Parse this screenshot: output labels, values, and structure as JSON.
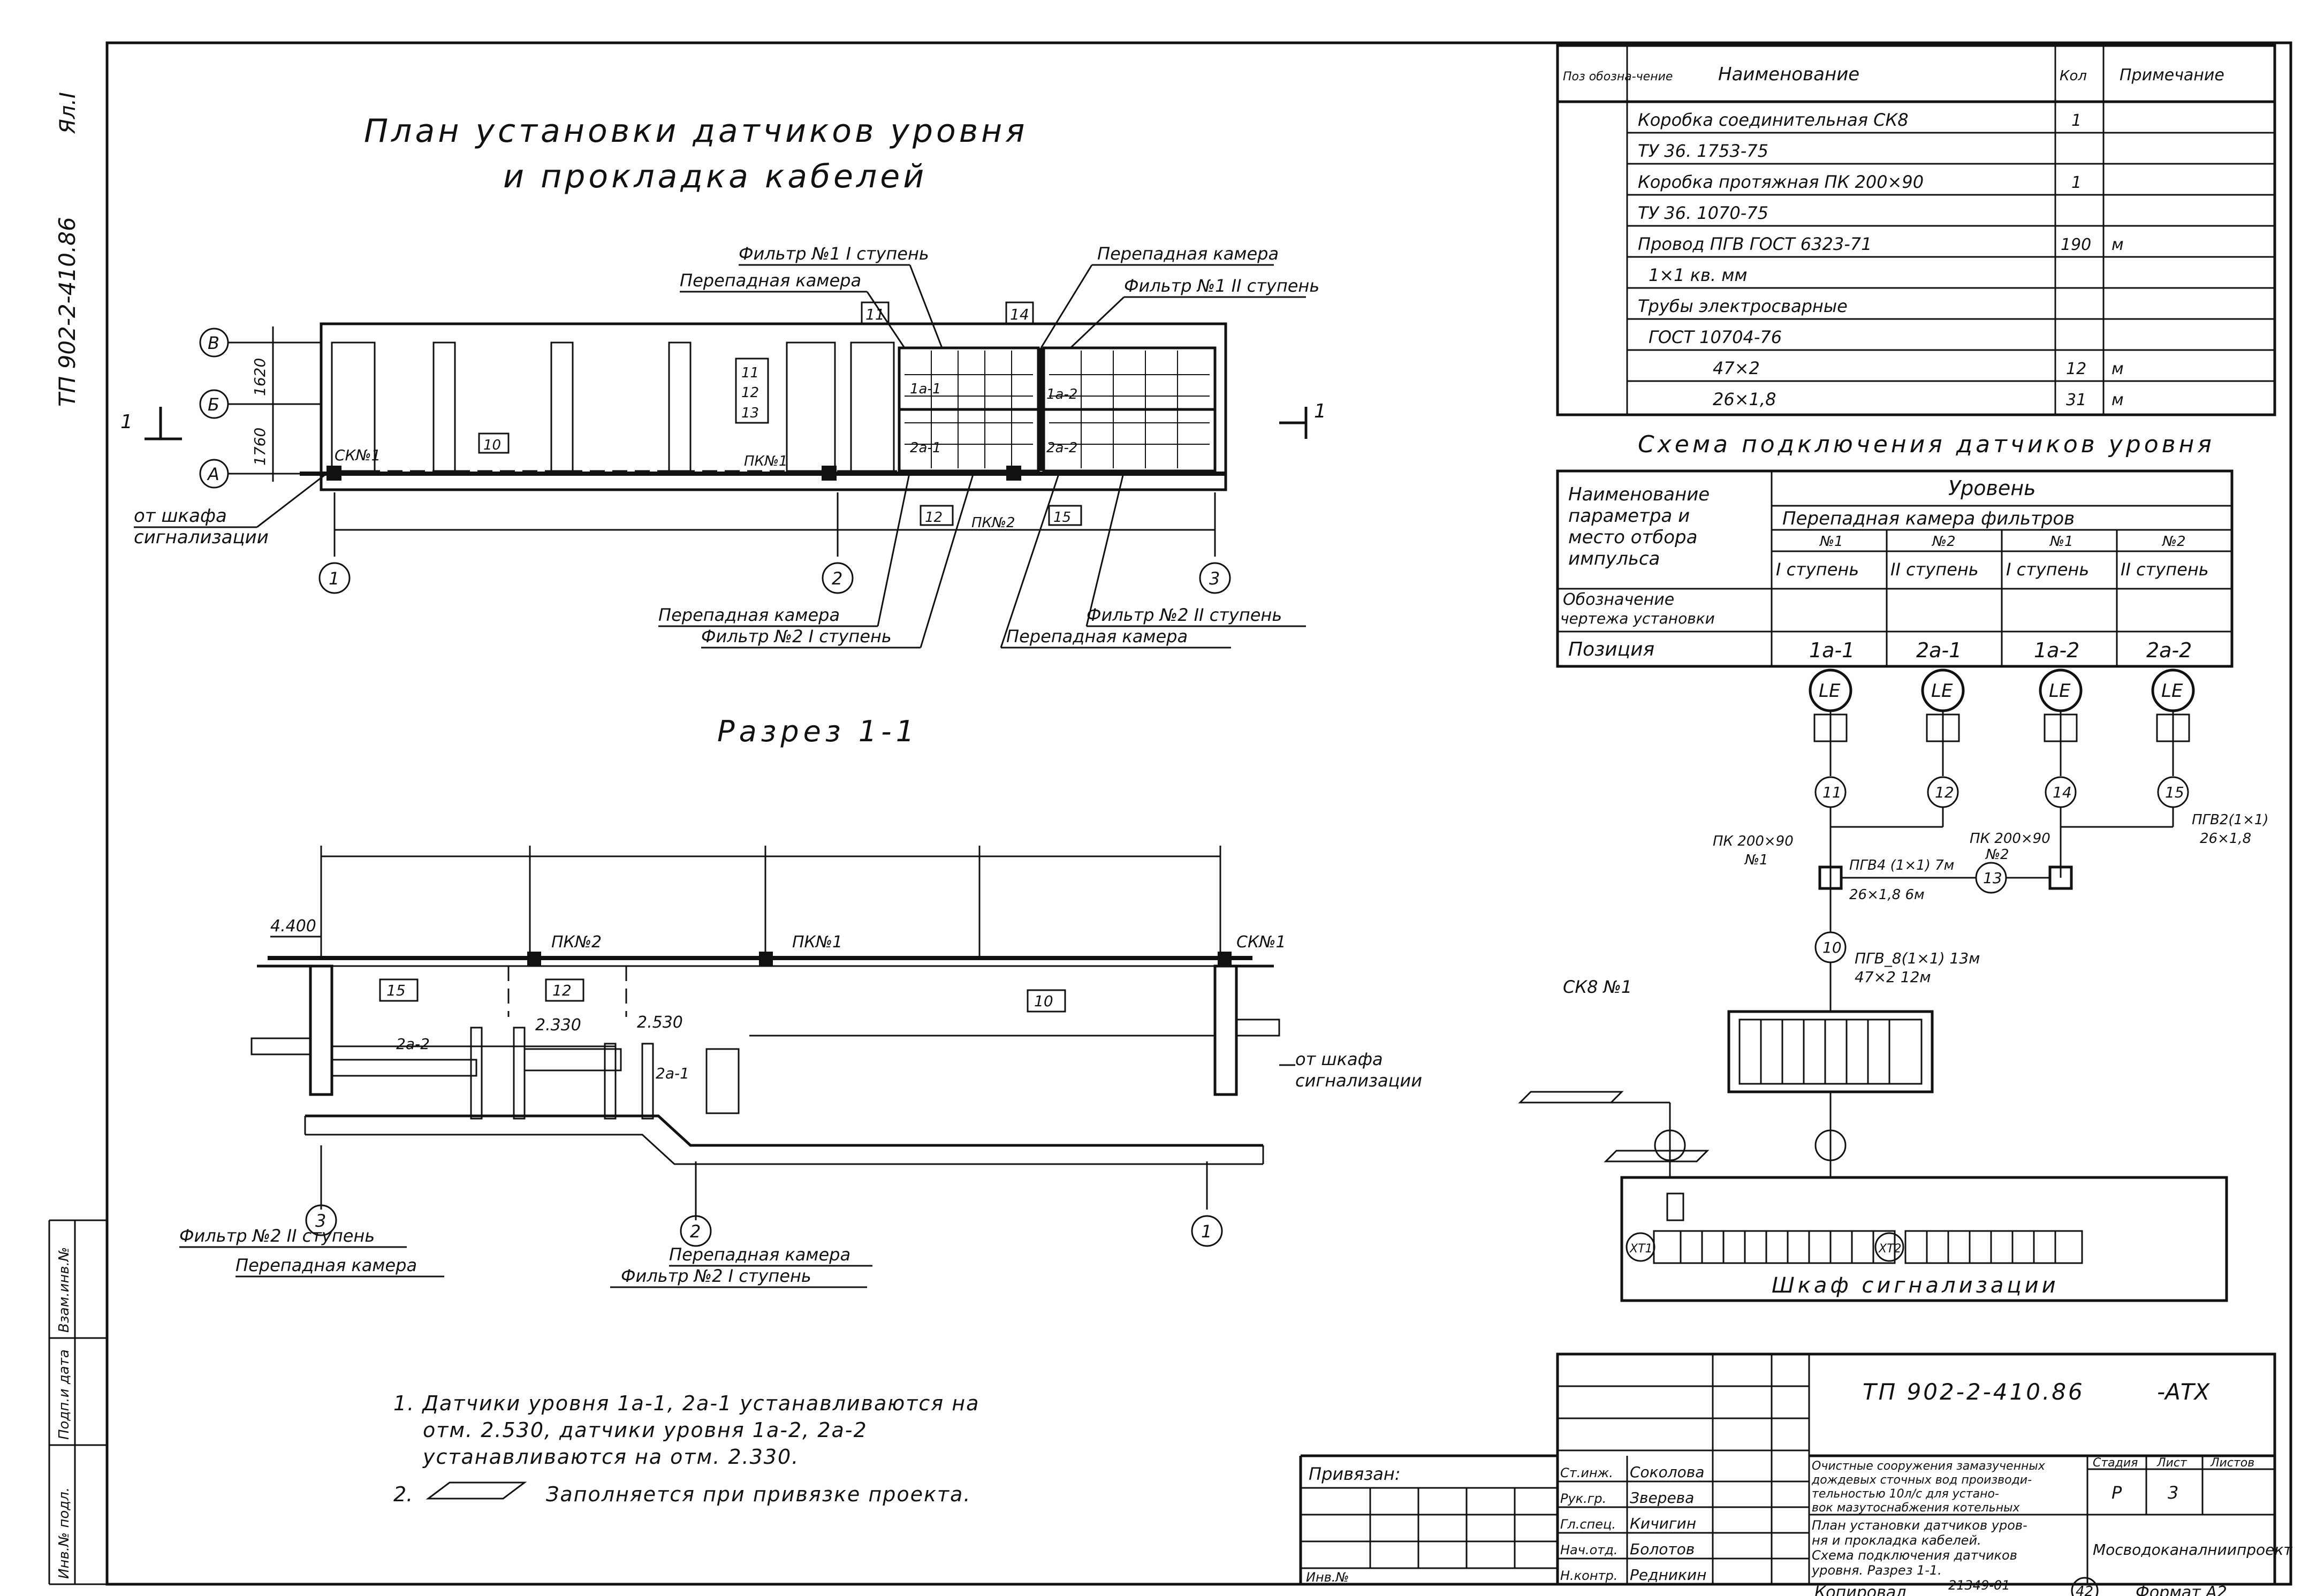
{
  "side": {
    "top_label": "Ял.I",
    "code": "ТП 902-2-410.86",
    "stamp_labels": [
      "Взам.инв.№",
      "Подп.и дата",
      "Инв.№ подл."
    ]
  },
  "plan": {
    "title_line1": "План установки датчиков уровня",
    "title_line2": "и прокладка кабелей",
    "labels": {
      "filter1_st1": "Фильтр №1 I ступень",
      "drop_chamber_top_left": "Перепадная камера",
      "drop_chamber_top_right": "Перепадная камера",
      "filter1_st2": "Фильтр №1 II ступень",
      "drop_chamber_bottom_left": "Перепадная камера",
      "filter2_st1": "Фильтр №2 I ступень",
      "filter2_st2": "Фильтр №2 II ступень",
      "drop_chamber_bottom_right": "Перепадная камера",
      "from_cabinet_1": "от шкафа",
      "from_cabinet_2": "сигнализации",
      "skn1": "СК№1",
      "pkn1": "ПК№1",
      "pkn2": "ПК№2"
    },
    "rows": [
      "В",
      "Б",
      "А"
    ],
    "dims": [
      "1620",
      "1760"
    ],
    "axes": [
      "1",
      "2",
      "3"
    ],
    "marks": [
      "11",
      "14",
      "11",
      "12",
      "13",
      "10",
      "12",
      "15"
    ],
    "sensors": [
      "1а-1",
      "1а-2",
      "2а-1",
      "2а-2"
    ],
    "section_marker": "1"
  },
  "section": {
    "title": "Разрез 1-1",
    "elev": [
      "4.400",
      "2.330",
      "2.530"
    ],
    "labels": {
      "pkn2": "ПК№2",
      "pkn1": "ПК№1",
      "skn1": "СК№1",
      "from_cabinet_1": "от шкафа",
      "from_cabinet_2": "сигнализации",
      "filter2_st2": "Фильтр №2 II ступень",
      "drop_chamber_left": "Перепадная камера",
      "drop_chamber_right": "Перепадная камера",
      "filter2_st1": "Фильтр №2 I ступень"
    },
    "marks": [
      "15",
      "12",
      "10"
    ],
    "sensors": [
      "2а-2",
      "2а-1"
    ],
    "axes": [
      "3",
      "2",
      "1"
    ]
  },
  "notes": {
    "n1_line1": "1. Датчики уровня 1а-1, 2а-1 устанавливаются на",
    "n1_line2": "отм. 2.530, датчики уровня 1а-2, 2а-2",
    "n1_line3": "устанавливаются на отм. 2.330.",
    "n2_prefix": "2.",
    "n2_text": "Заполняется при привязке проекта."
  },
  "spec": {
    "headers": [
      "Поз обозна-чение",
      "Наименование",
      "Кол",
      "Примечание"
    ],
    "rows": [
      {
        "name": "Коробка соединительная СК8",
        "qty": "1",
        "note": ""
      },
      {
        "name": "ТУ 36. 1753-75",
        "qty": "",
        "note": ""
      },
      {
        "name": "Коробка протяжная ПК 200×90",
        "qty": "1",
        "note": ""
      },
      {
        "name": "ТУ 36. 1070-75",
        "qty": "",
        "note": ""
      },
      {
        "name": "Провод ПГВ ГОСТ 6323-71",
        "qty": "190",
        "note": "м"
      },
      {
        "name": "1×1 кв. мм",
        "qty": "",
        "note": ""
      },
      {
        "name": "Трубы электросварные",
        "qty": "",
        "note": ""
      },
      {
        "name": "ГОСТ 10704-76",
        "qty": "",
        "note": ""
      },
      {
        "name": "47×2",
        "qty": "12",
        "note": "м"
      },
      {
        "name": "26×1,8",
        "qty": "31",
        "note": "м"
      }
    ]
  },
  "wiring": {
    "title": "Схема подключения датчиков уровня",
    "param_header_1": "Наименование",
    "param_header_2": "параметра и",
    "param_header_3": "место отбора",
    "param_header_4": "импульса",
    "level": "Уровень",
    "chamber": "Перепадная камера фильтров",
    "nums": [
      "№1",
      "№2",
      "№1",
      "№2"
    ],
    "stages": [
      "I ступень",
      "II ступень",
      "I ступень",
      "II ступень"
    ],
    "designation_1": "Обозначение",
    "designation_2": "чертежа установки",
    "position": "Позиция",
    "positions": [
      "1а-1",
      "2а-1",
      "1а-2",
      "2а-2"
    ],
    "sensor_code": "LE",
    "circles": [
      "11",
      "12",
      "14",
      "15",
      "13",
      "10"
    ],
    "pk_label_1": "ПК 200×90",
    "pk_label_1b": "№1",
    "pk_label_2": "ПК 200×90",
    "pk_label_2b": "№2",
    "cable_1": "ПГВ4 (1×1) 7м",
    "cable_1b": "26×1,8 6м",
    "cable_2": "ПГВ2(1×1)",
    "cable_2b": "26×1,8",
    "cable_3": "ПГВ_8(1×1) 13м",
    "cable_3b": "47×2 12м",
    "ck8": "СК8 №1",
    "cabinet": "Шкаф сигнализации",
    "xt1": "XT1",
    "xt2": "XT2"
  },
  "title_block": {
    "code": "ТП 902-2-410.86",
    "suffix": "-АТХ",
    "bound": "Привязан:",
    "inv": "Инв.№",
    "roles": [
      "Ст.инж.",
      "Рук.гр.",
      "Гл.спец.",
      "Нач.отд.",
      "Н.контр."
    ],
    "names": [
      "Соколова",
      "Зверева",
      "Кичигин",
      "Болотов",
      "Редникин"
    ],
    "desc_1": "Очистные сооружения замазученных",
    "desc_2": "дождевых сточных вод производи-",
    "desc_3": "тельностью 10л/с для устано-",
    "desc_4": "вок мазутоснабжения котельных",
    "sheet_1": "План установки датчиков уров-",
    "sheet_2": "ня и прокладка кабелей.",
    "sheet_3": "Схема подключения датчиков",
    "sheet_4": "уровня. Разрез 1-1.",
    "stage_h": "Стадия",
    "sheet_h": "Лист",
    "sheets_h": "Листов",
    "stage": "Р",
    "sheet": "3",
    "org": "Мосводоканалниипроект"
  },
  "footer": {
    "copied": "Копировал",
    "num": "21349-01",
    "page": "42",
    "format": "Формат А2"
  }
}
